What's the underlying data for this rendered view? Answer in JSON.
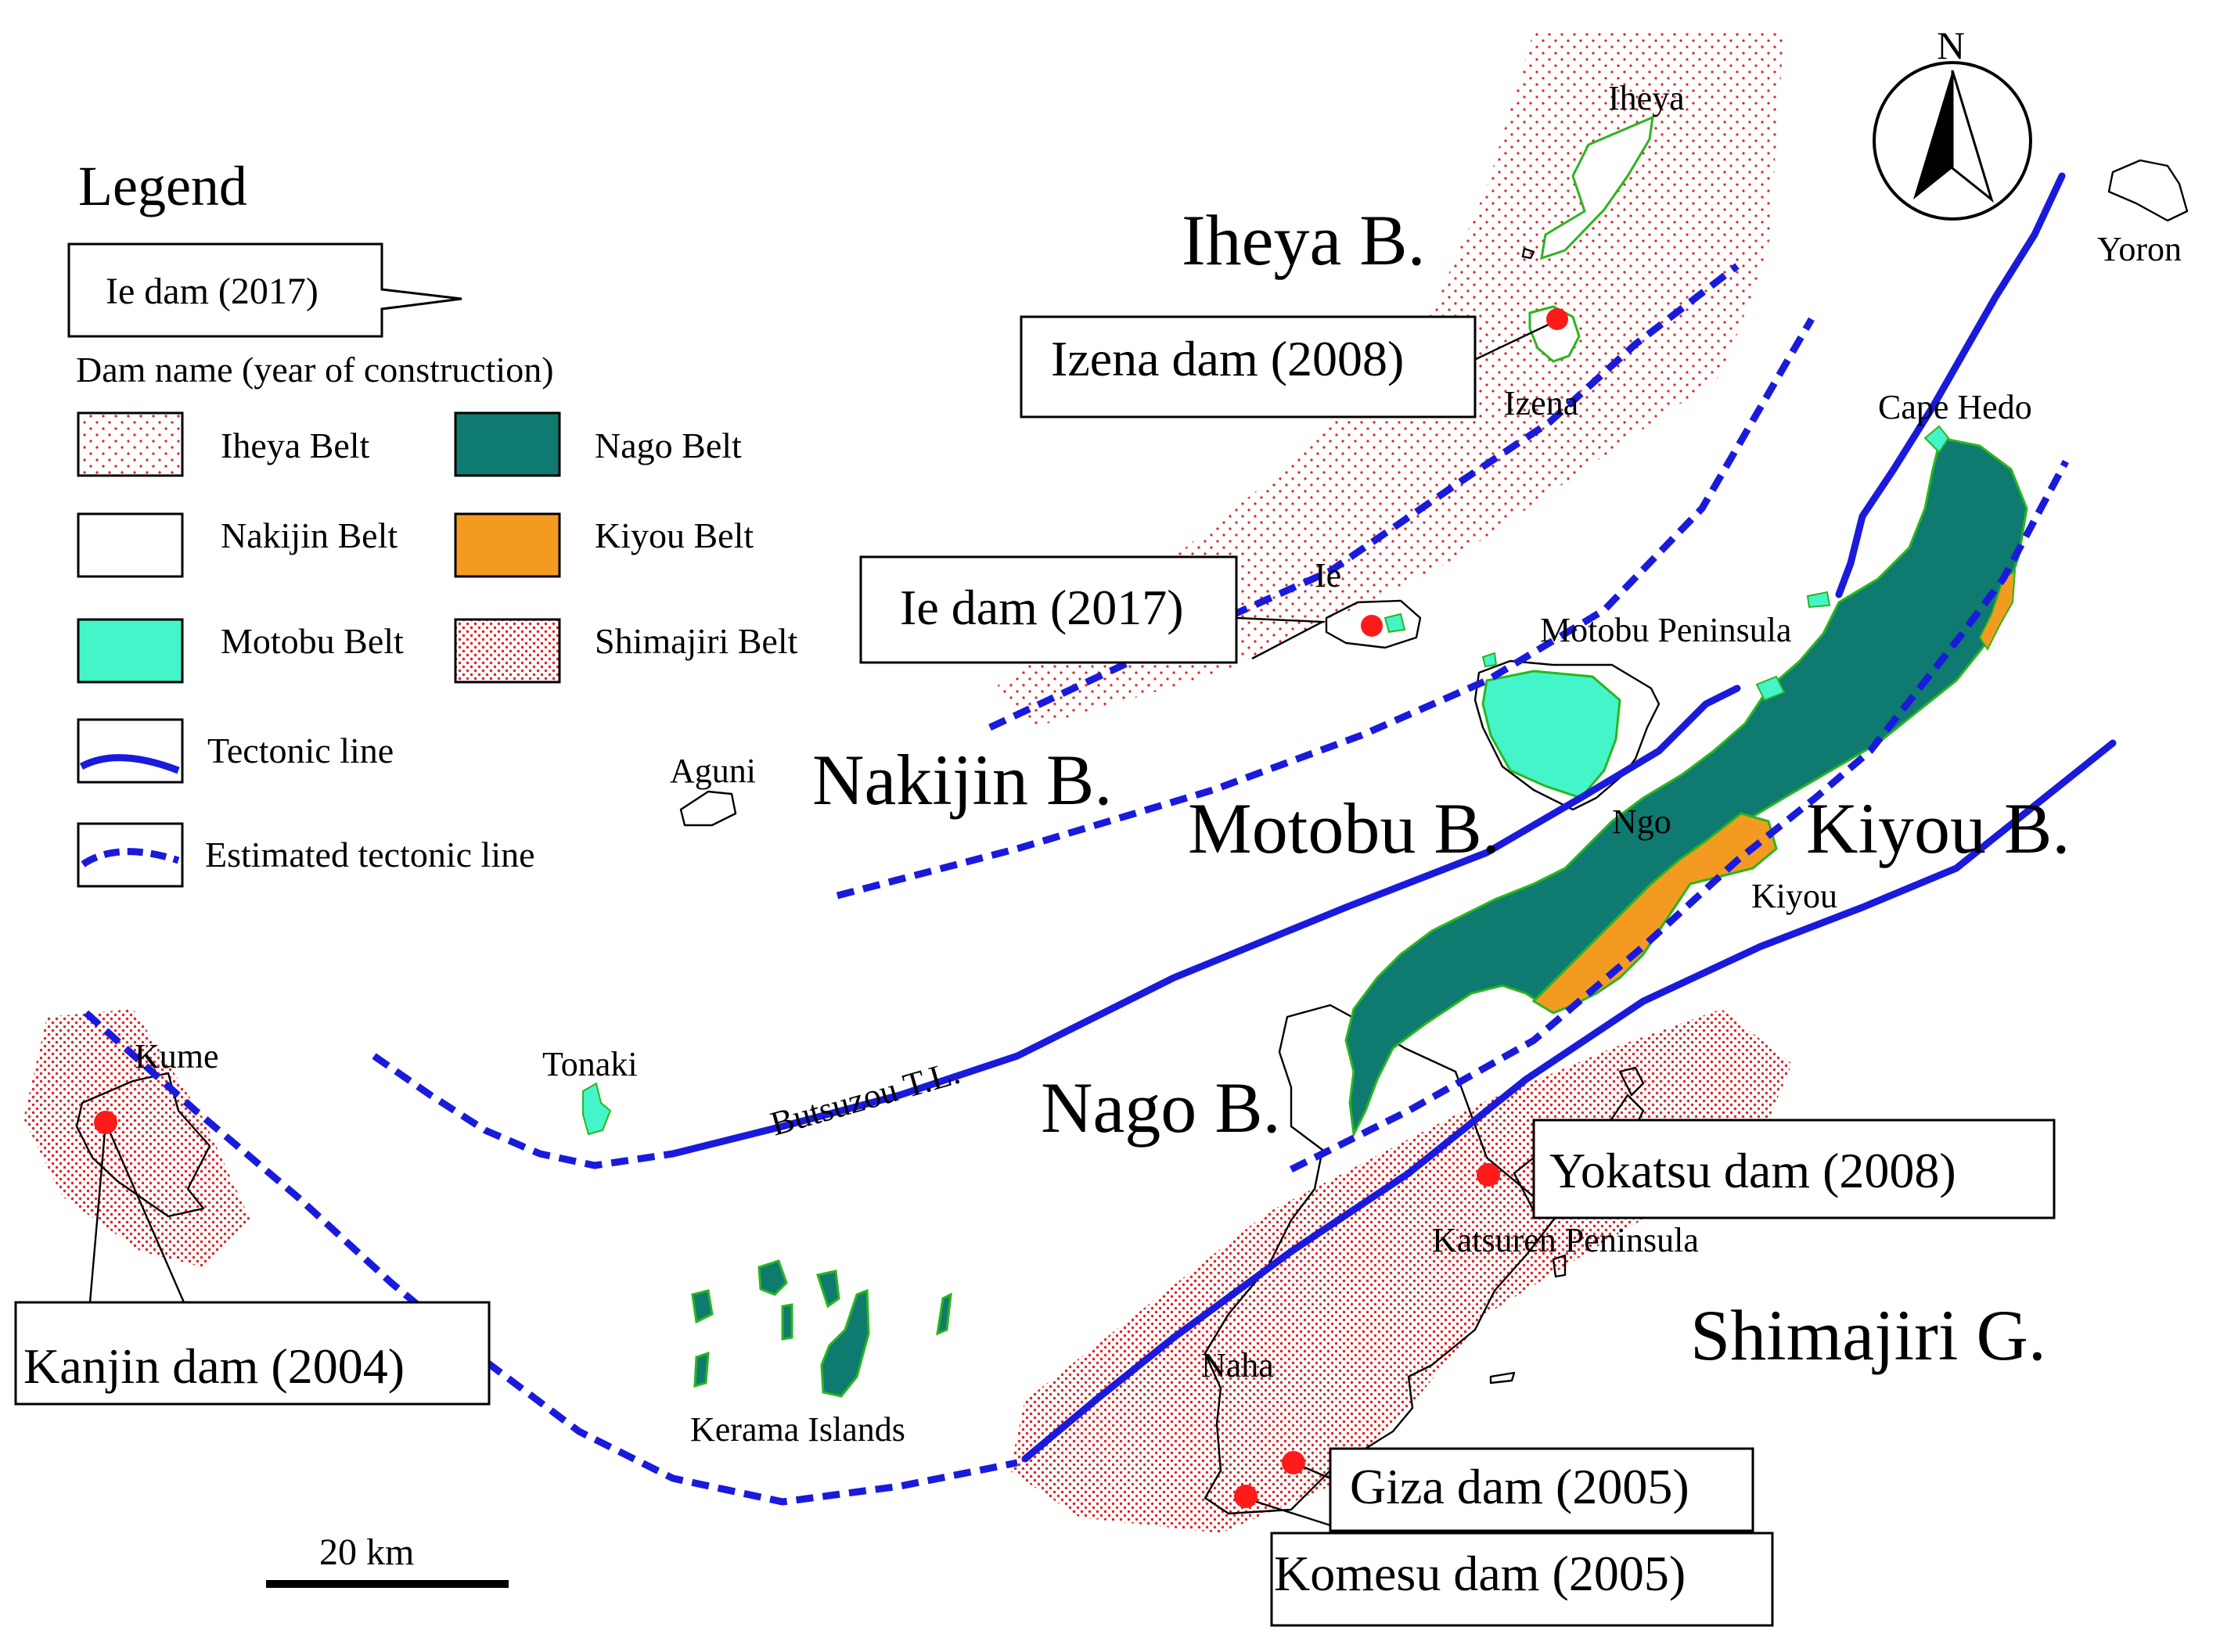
{
  "colors": {
    "nago_belt": "#0f7a70",
    "kiyou_belt": "#f39b21",
    "motobu_belt": "#44f5c9",
    "tectonic_line": "#1a1adc",
    "dam_marker": "#ff1a1a",
    "dot_pattern": "#e02020",
    "coastline": "#000000"
  },
  "legend": {
    "title": "Legend",
    "example_dam": "Ie dam (2017)",
    "dam_caption": "Dam name (year of construction)",
    "items": [
      {
        "label": "Iheya Belt",
        "swatch": "fine-dot-pattern"
      },
      {
        "label": "Nago Belt",
        "swatch": "nago-fill"
      },
      {
        "label": "Nakijin Belt",
        "swatch": "white-fill"
      },
      {
        "label": "Kiyou Belt",
        "swatch": "kiyou-fill"
      },
      {
        "label": "Motobu Belt",
        "swatch": "motobu-fill"
      },
      {
        "label": "Shimajiri Belt",
        "swatch": "dense-dot-pattern"
      },
      {
        "label": "Tectonic line",
        "swatch": "solid-blue-line"
      },
      {
        "label": "Estimated tectonic line",
        "swatch": "dashed-blue-line"
      }
    ]
  },
  "compass": {
    "north": "N",
    "icon": "north-arrow-icon"
  },
  "scale_bar": {
    "label": "20 km"
  },
  "belt_labels": {
    "iheya": "Iheya B.",
    "nakijin": "Nakijin B.",
    "motobu": "Motobu B.",
    "kiyou": "Kiyou B.",
    "nago": "Nago B.",
    "shimajiri": "Shimajiri G."
  },
  "places": {
    "iheya": "Iheya",
    "yoron": "Yoron",
    "izena": "Izena",
    "cape_hedo": "Cape Hedo",
    "ie": "Ie",
    "motobu_peninsula": "Motobu Peninsula",
    "aguni": "Aguni",
    "ngo": "Ngo",
    "kiyou": "Kiyou",
    "kume": "Kume",
    "tonaki": "Tonaki",
    "butsuzou": "Butsuzou T.L.",
    "katsuren": "Katsuren Peninsula",
    "kerama": "Kerama Islands",
    "naha": "Naha"
  },
  "dams": [
    {
      "name": "Izena dam (2008)"
    },
    {
      "name": "Ie dam (2017)"
    },
    {
      "name": "Yokatsu dam (2008)"
    },
    {
      "name": "Kanjin dam (2004)"
    },
    {
      "name": "Giza dam (2005)"
    },
    {
      "name": "Komesu dam (2005)"
    }
  ]
}
